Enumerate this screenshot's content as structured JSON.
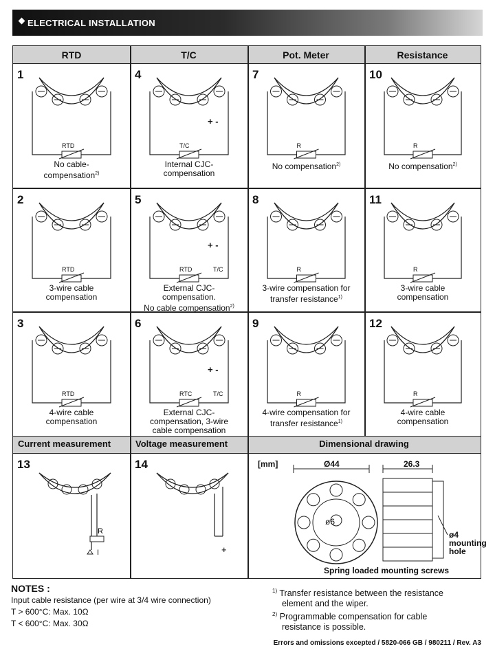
{
  "banner": {
    "title": "ELECTRICAL INSTALLATION"
  },
  "columns": [
    "RTD",
    "T/C",
    "Pot. Meter",
    "Resistance"
  ],
  "cells": [
    {
      "num": "1",
      "cap1": "No cable-",
      "cap2": "compensation",
      "sup": "2)",
      "label": "RTD"
    },
    {
      "num": "4",
      "cap1": "Internal CJC-",
      "cap2": "compensation",
      "sup": "",
      "label": "T/C",
      "plus": "+",
      "minus": "-"
    },
    {
      "num": "7",
      "cap1": "No compensation",
      "cap2": "",
      "sup": "2)",
      "label": "R"
    },
    {
      "num": "10",
      "cap1": "No compensation",
      "cap2": "",
      "sup": "2)",
      "label": "R"
    },
    {
      "num": "2",
      "cap1": "3-wire cable",
      "cap2": "compensation",
      "sup": "",
      "label": "RTD"
    },
    {
      "num": "5",
      "cap1": "External CJC-",
      "cap2": "compensation.",
      "cap3": "No cable compensation",
      "sup": "2)",
      "label": "RTD",
      "label2": "T/C",
      "plus": "+",
      "minus": "-"
    },
    {
      "num": "8",
      "cap1": "3-wire compensation for",
      "cap2": "transfer resistance",
      "sup": "1)",
      "label": "R"
    },
    {
      "num": "11",
      "cap1": "3-wire cable",
      "cap2": "compensation",
      "sup": "",
      "label": "R"
    },
    {
      "num": "3",
      "cap1": "4-wire cable",
      "cap2": "compensation",
      "sup": "",
      "label": "RTD"
    },
    {
      "num": "6",
      "cap1": "External CJC-",
      "cap2": "compensation, 3-wire",
      "cap3": "cable compensation",
      "sup": "",
      "label": "RTC",
      "label2": "T/C",
      "plus": "+",
      "minus": "-"
    },
    {
      "num": "9",
      "cap1": "4-wire compensation for",
      "cap2": "transfer resistance",
      "sup": "1)",
      "label": "R"
    },
    {
      "num": "12",
      "cap1": "4-wire cable",
      "cap2": "compensation",
      "sup": "",
      "label": "R"
    }
  ],
  "lower_headers": {
    "current": "Current measurement",
    "voltage": "Voltage measurement",
    "dimensional": "Dimensional drawing"
  },
  "cell13": {
    "num": "13",
    "label": "R",
    "i": "I"
  },
  "cell14": {
    "num": "14",
    "plus": "+"
  },
  "dimensional": {
    "unit": "[mm]",
    "diameter": "Ø44",
    "height": "26.3",
    "center_hole": "ø6",
    "hole_line1": "ø4",
    "hole_line2": "mounting",
    "hole_line3": "hole",
    "screws": "Spring loaded mounting screws"
  },
  "notes": {
    "title": "NOTES :",
    "line1": "Input cable resistance (per wire at 3/4 wire connection)",
    "line2": "T > 600°C: Max. 10Ω",
    "line3": "T < 600°C: Max. 30Ω",
    "fn1_mark": "1)",
    "fn1a": "Transfer resistance between the resistance",
    "fn1b": "element and the wiper.",
    "fn2_mark": "2)",
    "fn2a": "Programmable compensation for cable",
    "fn2b": "resistance is possible."
  },
  "footer": "Errors and omissions excepted / 5820-066 GB / 980211 / Rev. A3"
}
